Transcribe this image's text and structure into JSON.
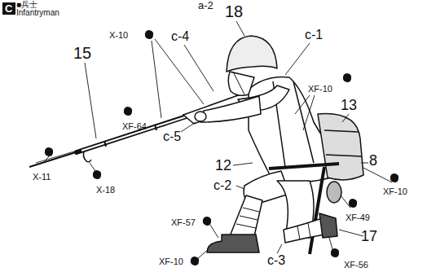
{
  "diagram": {
    "nodes": [
      {
        "text": [
          "C"
        ]
      }
    ],
    "labels": [
      "a-2",
      "■兵士",
      "Infantryman",
      "18",
      "c-1",
      "c-4",
      "X-10",
      "15",
      "XF-10",
      "13",
      "XF-64",
      "c-5",
      "12",
      "8",
      "XF-10",
      "X-11",
      "X-18",
      "c-2",
      "XF-49",
      "XF-57",
      "17",
      "XF-10",
      "c-3",
      "XF-56"
    ]
  }
}
